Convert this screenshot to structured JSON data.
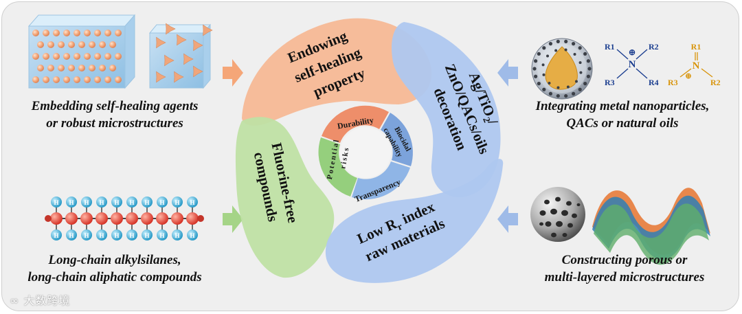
{
  "left_top_caption": [
    "Embedding self-healing agents",
    "or robust microstructures"
  ],
  "left_bottom_caption": [
    "Long-chain alkylsilanes,",
    "long-chain aliphatic compounds"
  ],
  "right_top_caption": [
    "Integrating metal nanoparticles,",
    "QACs or natural oils"
  ],
  "right_bottom_caption": [
    "Constructing porous or",
    "multi-layered microstructures"
  ],
  "petals": {
    "top": [
      "Endowing",
      "self-healing",
      "property"
    ],
    "right": [
      "Ag/TiO",
      "ZnO/QACs/oils",
      "decoration"
    ],
    "right_subscript": "2",
    "right_slash": "/",
    "left": [
      "Fluorine-free",
      "compounds"
    ],
    "bottom_prefix": "Low R",
    "bottom_subscript": "r",
    "bottom_suffix": " index",
    "bottom_line2": "raw materials"
  },
  "inner_ring": {
    "durability": "Durability",
    "biocidal": [
      "Biocidal",
      "capability"
    ],
    "transparency": "Transparency",
    "potential": [
      "Potential",
      "risks"
    ]
  },
  "structure_a": {
    "r1": "R1",
    "r2": "R2",
    "r3": "R3",
    "r4": "R4",
    "n": "N",
    "charge": "⊕"
  },
  "structure_b": {
    "r1": "R1",
    "r2": "R2",
    "r3": "R3",
    "n": "N",
    "charge": "⊕"
  },
  "molecule_atom_label": "H",
  "watermark": "大数跨境",
  "colors": {
    "orange_petal": "#f6b895",
    "blue_petal": "#aec7ef",
    "green_petal": "#bfe0a4",
    "arrow_orange": "#f5a678",
    "arrow_blue": "#9fbbe8",
    "arrow_green": "#a5d487",
    "durability": "#ee8e6a",
    "biocidal": "#7ca3db",
    "transparency": "#8fb5e6",
    "potential": "#95cf7d",
    "nitrogen_blue": "#1a3d8f",
    "nitrogen_gold": "#d8940a"
  }
}
